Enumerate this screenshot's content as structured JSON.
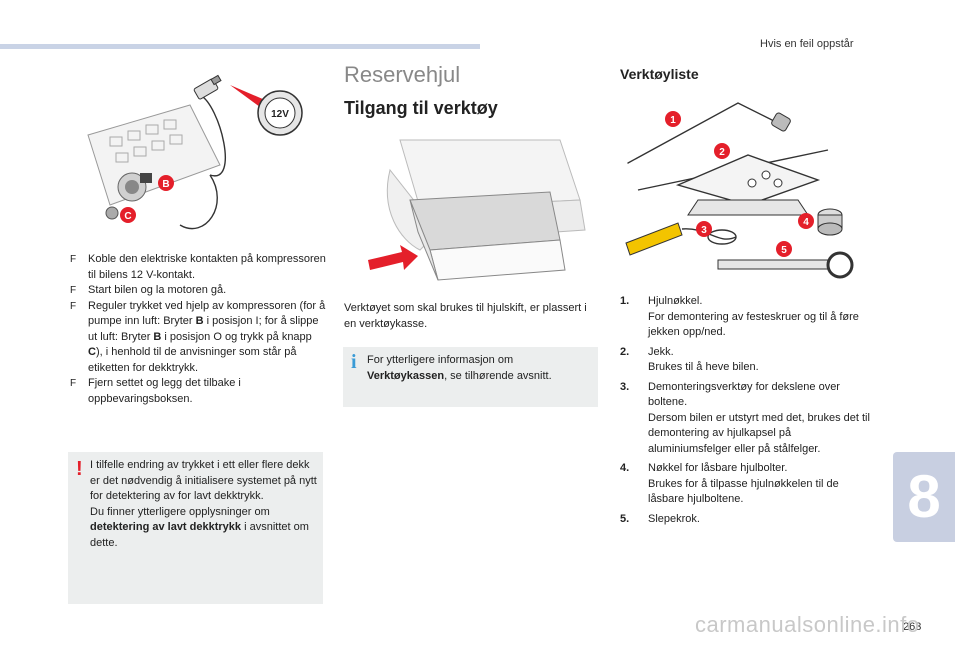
{
  "header": {
    "section_title": "Hvis en feil oppstår"
  },
  "left": {
    "figure": {
      "badges": [
        "B",
        "C"
      ],
      "socket_label": "12V"
    },
    "bullets": [
      "Koble den elektriske kontakten på kompressoren til bilens 12 V-kontakt.",
      "Start bilen og la motoren gå.",
      {
        "pre": "Reguler trykket ved hjelp av kompressoren (for å pumpe inn luft: Bryter ",
        "b1": "B",
        "mid1": " i posisjon I; for å slippe ut luft: Bryter ",
        "b2": "B",
        "mid2": " i posisjon O og trykk på knapp ",
        "b3": "C",
        "post": "), i henhold til de anvisninger som står på etiketten for dekktrykk."
      },
      "Fjern settet og legg det tilbake i oppbevaringsboksen."
    ],
    "bullet_marker": "F",
    "warning": {
      "marker": "!",
      "text1": "I tilfelle endring av trykket i ett eller flere dekk er det nødvendig å initialisere systemet på nytt for detektering av for lavt dekktrykk.",
      "text2_pre": "Du finner ytterligere opplysninger om ",
      "text2_bold": "detektering av lavt dekktrykk",
      "text2_post": " i avsnittet om dette."
    }
  },
  "middle": {
    "title": "Reservehjul",
    "subtitle": "Tilgang til verktøy",
    "paragraph": "Verktøyet som skal brukes til hjulskift, er plassert i en verktøykasse.",
    "info": {
      "marker": "i",
      "pre": "For ytterligere informasjon om ",
      "bold": "Verktøykassen",
      "post": ", se tilhørende avsnitt."
    }
  },
  "right": {
    "title": "Verktøyliste",
    "figure_badges": [
      "1",
      "2",
      "3",
      "4",
      "5"
    ],
    "items": [
      {
        "num": "1.",
        "lines": [
          "Hjulnøkkel.",
          "For demontering av festeskruer og til å føre jekken opp/ned."
        ]
      },
      {
        "num": "2.",
        "lines": [
          "Jekk.",
          "Brukes til å heve bilen."
        ]
      },
      {
        "num": "3.",
        "lines": [
          "Demonteringsverktøy for dekslene over boltene.",
          "Dersom bilen er utstyrt med det, brukes det til demontering av hjulkapsel på aluminiumsfelger eller på stålfelger."
        ]
      },
      {
        "num": "4.",
        "lines": [
          "Nøkkel for låsbare hjulbolter.",
          "Brukes for å tilpasse hjulnøkkelen til de låsbare hjulboltene."
        ]
      },
      {
        "num": "5.",
        "lines": [
          "Slepekrok."
        ]
      }
    ]
  },
  "chapter_number": "8",
  "page_number": "263",
  "watermark": "carmanualsonline.info",
  "colors": {
    "accent_red": "#e41f2a",
    "info_blue": "#3a9bd6",
    "tab_blue": "#c8cfe1",
    "box_gray": "#eceeee"
  }
}
